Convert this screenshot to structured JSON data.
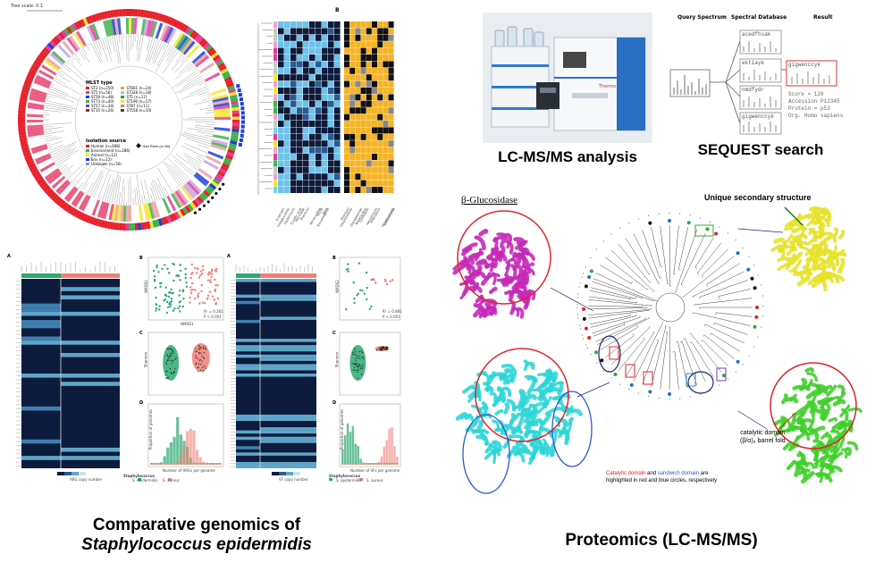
{
  "left_caption": {
    "line1": "Comparative genomics of",
    "line2": "Staphylococcus epidermidis"
  },
  "right_caption": "Proteomics (LC-MS/MS)",
  "lcms": {
    "label": "LC-MS/MS analysis"
  },
  "sequest": {
    "label": "SEQUEST search",
    "col_query": "Query Spectrum",
    "col_db": "Spectral Database",
    "col_result": "Result",
    "db_entries": [
      "acedfhsak",
      "ektiayk",
      "nmdfydr",
      "gigwenccyk"
    ],
    "result_entry": "gigwenccyk",
    "result_lines": [
      "Score = 128",
      "Accession P12345",
      "Protein = p53",
      "Org. Homo sapiens"
    ]
  },
  "tree": {
    "scale_label": "Tree scale: 0.1",
    "mlst_title": "MLST type",
    "mlst_col1": [
      "ST2 (n=250)",
      "ST5 (n=56)",
      "ST59 (n=48)",
      "ST73 (n=40)",
      "ST57 (n=34)",
      "ST35 (n=26)"
    ],
    "mlst_col2": [
      "ST661 (n=24)",
      "ST328 (n=18)",
      "ST5 (n=17)",
      "ST190 (n=17)",
      "ST87 (n=11)",
      "ST558 (n=10)"
    ],
    "iso_title": "Isolation source",
    "iso_items": [
      "Human (n=698)",
      "Environment (n=186)",
      "Animal (n=12)",
      "Env (n=12)",
      "Unknown (n=56)"
    ],
    "iso_extra": "Han River (n=38)",
    "colors": {
      "red": "#e8202a",
      "blue": "#1f3fd8",
      "green": "#3fb24a",
      "pink": "#e33d9c",
      "yellow": "#f4e52b",
      "purple": "#7a3ec2",
      "brown": "#8b2e2e"
    }
  },
  "heatmap_b": {
    "letter": "B",
    "bottom_labels_left": [
      "Aminoglycoside",
      "b-lactam",
      "Fosfomycin",
      "Fusidic acid",
      "Macrolide",
      "Phenicol",
      "Tetracycline",
      "Trimethoprim",
      "MLSB",
      "MDR"
    ],
    "bottom_labels_right": [
      "Chlorhexidine",
      "Phenicol",
      "Glycopeptide",
      "Tetracycline",
      "Quinolone",
      "Vancomycin",
      "Rifampicin",
      "Aminocoumarin",
      "Sulfonamide"
    ]
  },
  "panels_bottom": {
    "p1": {
      "letter_a": "A",
      "letter_b": "B",
      "letter_c": "C",
      "letter_d": "D",
      "axis_b_x": "NMDS1",
      "axis_b_y": "NMDS2",
      "axis_c_y": "Shannon",
      "axis_d_x": "Number of ARGs per genome",
      "axis_d_y": "Proportion of genomes",
      "legend_title": "Staphylococcus",
      "legend_items": [
        "S. epidermidis",
        "S. aureus"
      ],
      "colorbar": "ARG copy number",
      "stats": [
        "R² = 0.261",
        "P < 0.001"
      ]
    },
    "p2": {
      "letter_a": "A",
      "letter_b": "B",
      "letter_c": "C",
      "letter_d": "D",
      "axis_b_y": "NMDS2",
      "axis_c_y": "Shannon",
      "axis_d_x": "Number of VFs per genome",
      "axis_d_y": "Proportion of genomes",
      "legend_title": "Staphylococcus",
      "legend_items": [
        "S. epidermidis",
        "S. aureus"
      ],
      "colorbar": "VF copy number",
      "stats": [
        "R² = 0.881",
        "P < 0.001"
      ]
    }
  },
  "protein": {
    "title_glucosidase": "β-Glucosidase",
    "title_secondary": "Unique secondary structure",
    "catalytic_label_line1": "catalytic domain",
    "catalytic_label_line2": "(β/α)₈ barrel fold",
    "note_red": "Catalytic domain",
    "note_and": "and",
    "note_blue": "sandwich domain",
    "note_rest": "are",
    "note_line2": "highlighted in red and blue circles, respectively",
    "colors": {
      "magenta": "#c528b8",
      "yellow": "#e6e22a",
      "cyan": "#2ed6d6",
      "green": "#3fcf2a",
      "red_circle": "#e0242a",
      "blue_circle": "#2c5ad0"
    }
  }
}
